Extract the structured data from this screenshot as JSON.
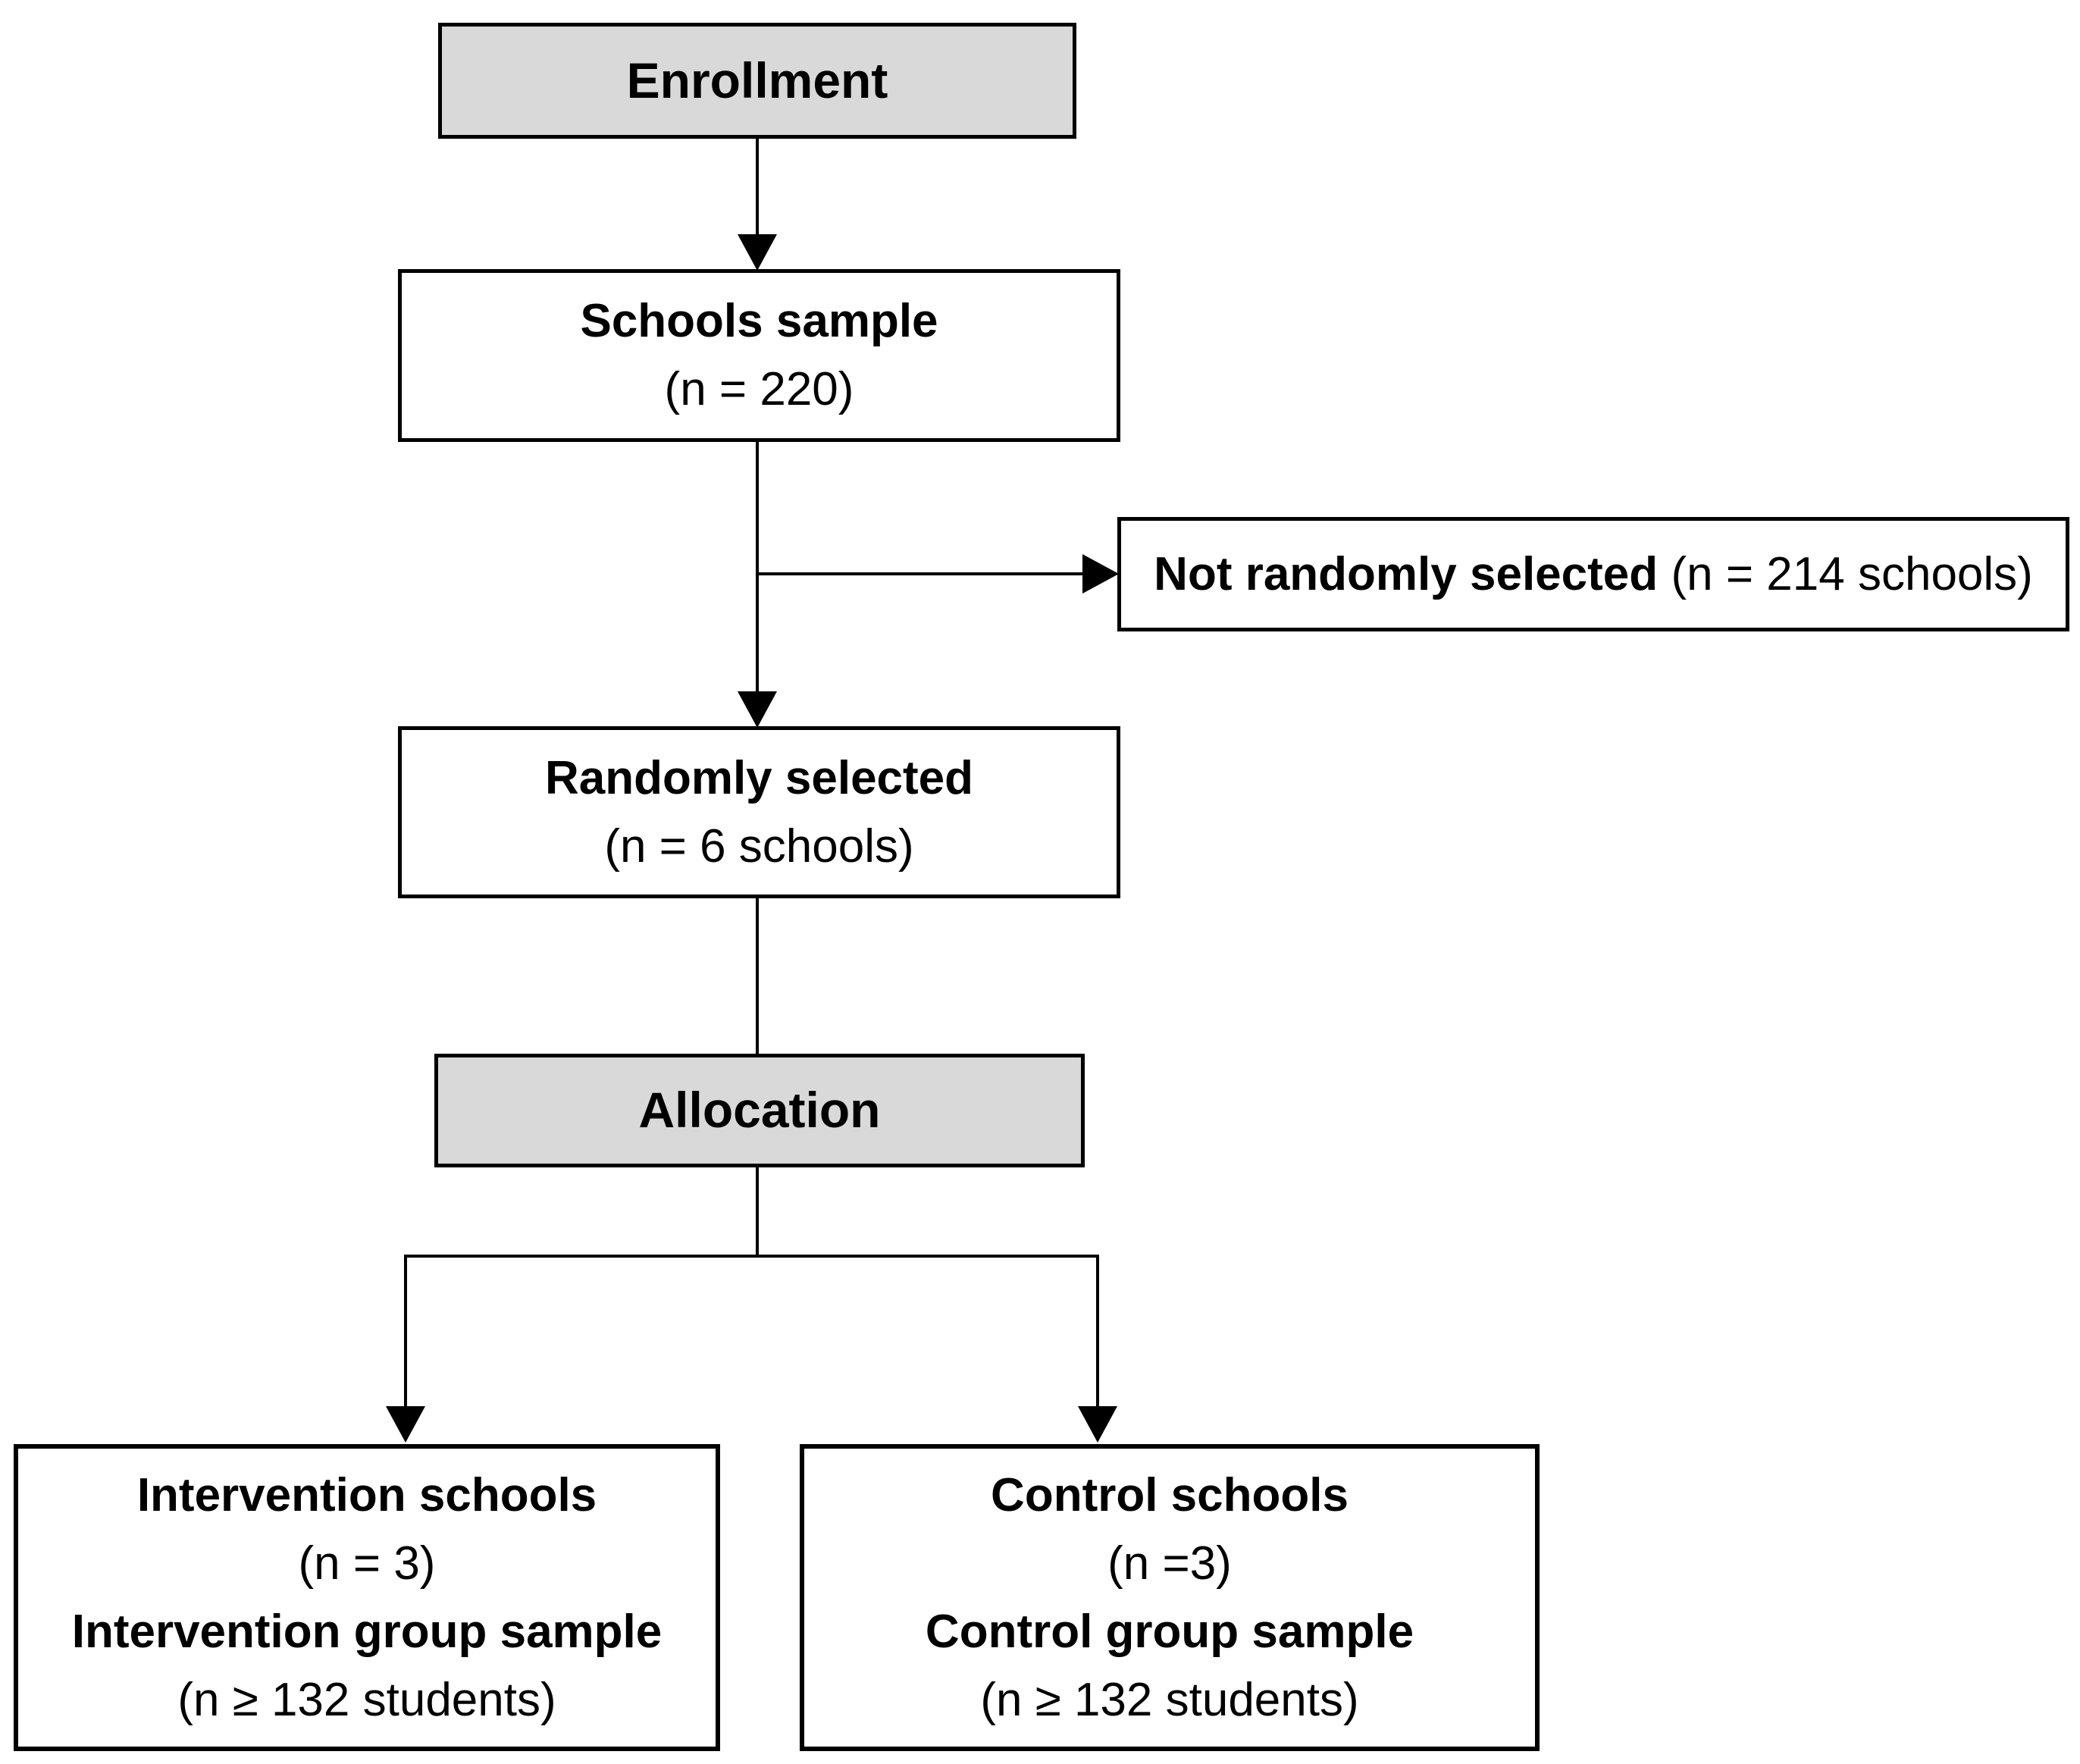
{
  "diagram": {
    "type": "flowchart",
    "stages": {
      "enrollment": "Enrollment",
      "allocation": "Allocation"
    },
    "boxes": {
      "schools_sample": {
        "title": "Schools sample",
        "count": "(n = 220)"
      },
      "not_randomly_selected": {
        "title": "Not randomly selected",
        "count": "(n = 214 schools)"
      },
      "randomly_selected": {
        "title": "Randomly selected",
        "count": "(n = 6 schools)"
      },
      "intervention": {
        "line1": "Intervention schools",
        "line2": "(n = 3)",
        "line3": "Intervention group sample",
        "line4": "(n ≥ 132 students)"
      },
      "control": {
        "line1": "Control schools",
        "line2": "(n =3)",
        "line3": "Control group sample",
        "line4": "(n ≥ 132 students)"
      }
    },
    "colors": {
      "stage_fill": "#d9d9d9",
      "box_fill": "#ffffff",
      "border": "#000000",
      "text": "#000000",
      "background": "#ffffff"
    }
  }
}
